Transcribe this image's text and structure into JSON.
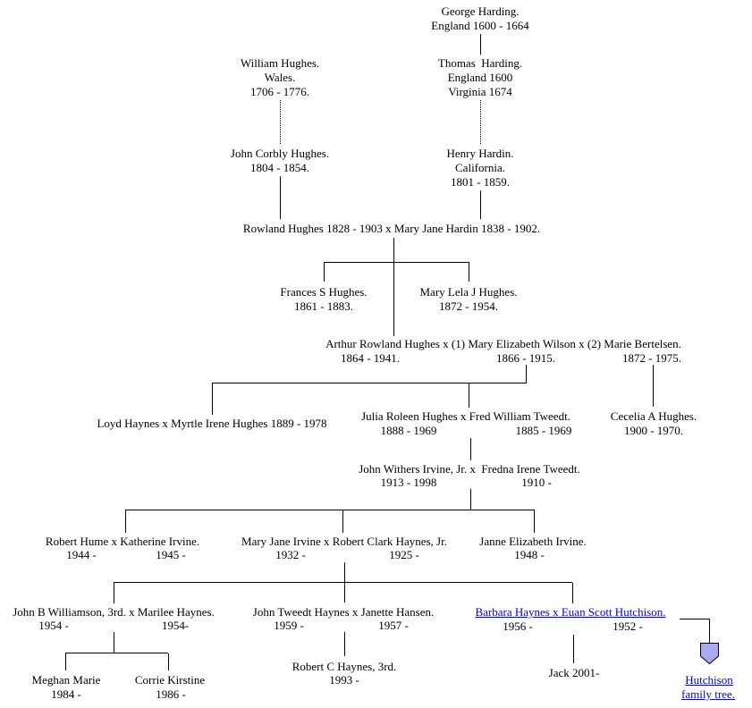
{
  "page": {
    "background": "#ffffff",
    "text_color": "#000000",
    "link_color": "#0000ee",
    "arrow_fill": "#aaaaee",
    "arrow_border": "#000000"
  },
  "people": {
    "george_harding": {
      "lines": [
        "George Harding.",
        "England 1600 - 1664"
      ]
    },
    "william_hughes": {
      "lines": [
        "William Hughes.",
        "Wales.",
        "1706 - 1776."
      ]
    },
    "thomas_harding": {
      "lines": [
        "Thomas  Harding.",
        "England 1600",
        "Virginia 1674"
      ]
    },
    "john_corbly_hughes": {
      "lines": [
        "John Corbly Hughes.",
        "1804 - 1854."
      ]
    },
    "henry_hardin": {
      "lines": [
        "Henry Hardin.",
        "California.",
        "1801 - 1859."
      ]
    },
    "frances_hughes": {
      "lines": [
        "Frances S Hughes.",
        "1861 - 1883."
      ]
    },
    "mary_lela_hughes": {
      "lines": [
        "Mary Lela J Hughes.",
        "1872 - 1954."
      ]
    },
    "cecelia_hughes": {
      "lines": [
        "Cecelia A Hughes.",
        "1900 - 1970."
      ]
    },
    "janne_irvine": {
      "lines": [
        "Janne Elizabeth Irvine.",
        "1948 -"
      ]
    },
    "meghan_marie": {
      "lines": [
        "Meghan Marie",
        "1984 -"
      ]
    },
    "corrie_kirstine": {
      "lines": [
        "Corrie Kirstine",
        "1986 -"
      ]
    },
    "robert_c_haynes": {
      "lines": [
        "Robert C Haynes, 3rd.",
        "1993 -"
      ]
    },
    "jack": {
      "line": "Jack 2001-"
    }
  },
  "couples": {
    "rowland_mary": {
      "line": "Rowland Hughes 1828 - 1903 x Mary Jane Hardin 1838 - 1902."
    },
    "arthur_wilson_bertelsen": {
      "names": "Arthur Rowland Hughes x (1) Mary Elizabeth Wilson x (2) Marie Bertelsen.",
      "dates": [
        "1864 - 1941.",
        "1866 - 1915.",
        "1872 - 1975."
      ]
    },
    "loyd_myrtle": {
      "line": "Loyd Haynes x Myrtle Irene Hughes 1889 - 1978"
    },
    "julia_fred": {
      "names": "Julia Roleen Hughes x Fred William Tweedt.",
      "dates": [
        "1888 - 1969",
        "1885 - 1969"
      ]
    },
    "john_fredna": {
      "names": "John Withers Irvine, Jr. x  Fredna Irene Tweedt.",
      "dates": [
        "1913 - 1998",
        "1910 -"
      ]
    },
    "robert_katherine": {
      "names": "Robert Hume x Katherine Irvine.",
      "dates": [
        "1944 -",
        "1945 -"
      ]
    },
    "maryjane_robertclark": {
      "names": "Mary Jane Irvine x Robert Clark Haynes, Jr.",
      "dates": [
        "1932 -",
        "1925 -"
      ]
    },
    "williamson_marilee": {
      "names": "John B Williamson, 3rd. x Marilee Haynes.",
      "dates": [
        "1954 -",
        "1954-"
      ]
    },
    "johntweedt_janette": {
      "names": "John Tweedt Haynes x Janette Hansen.",
      "dates": [
        "1959 -",
        "1957 -"
      ]
    },
    "barbara_euan": {
      "names": "Barbara Haynes x Euan Scott Hutchison.",
      "dates": [
        "1956 -",
        "1952 -"
      ]
    }
  },
  "links": {
    "hutchison_tree": {
      "lines": [
        "Hutchison",
        "family tree."
      ]
    }
  },
  "icons": {
    "down_arrow": "down-arrow"
  }
}
